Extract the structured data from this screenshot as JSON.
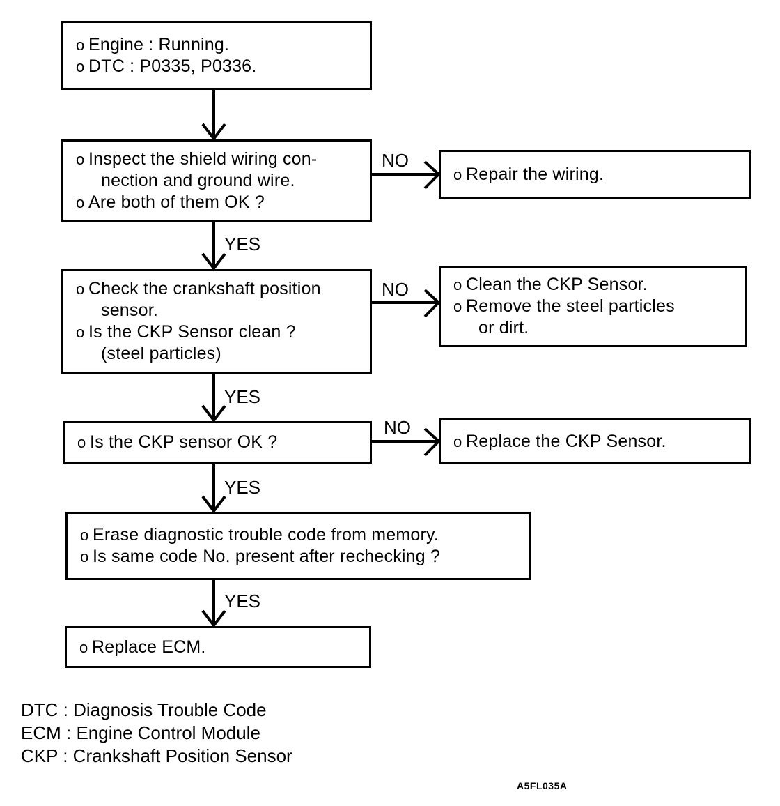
{
  "diagram": {
    "figure_code": "A5FL035A",
    "bullet_glyph": "o",
    "nodes": [
      {
        "id": "start",
        "name": "box-conditions",
        "lines": [
          {
            "bullet": "o",
            "text": "Engine : Running."
          },
          {
            "bullet": "o",
            "text": "DTC : P0335, P0336."
          }
        ]
      },
      {
        "id": "inspect-shield",
        "name": "box-inspect-shield-wiring",
        "lines": [
          {
            "bullet": "o",
            "text": "Inspect the shield wiring con-"
          },
          {
            "bullet": "",
            "text": "nection and ground wire."
          },
          {
            "bullet": "o",
            "text": "Are both of them OK ?"
          }
        ]
      },
      {
        "id": "repair-wiring",
        "name": "box-repair-the-wiring",
        "lines": [
          {
            "bullet": "o",
            "text": "Repair the wiring."
          }
        ]
      },
      {
        "id": "check-ckp",
        "name": "box-check-crankshaft-position-sensor",
        "lines": [
          {
            "bullet": "o",
            "text": "Check the crankshaft position"
          },
          {
            "bullet": "",
            "text": "sensor."
          },
          {
            "bullet": "o",
            "text": "Is the CKP Sensor clean ?"
          },
          {
            "bullet": "",
            "text": "(steel particles)"
          }
        ]
      },
      {
        "id": "clean-ckp",
        "name": "box-clean-ckp-sensor",
        "lines": [
          {
            "bullet": "o",
            "text": "Clean the CKP Sensor."
          },
          {
            "bullet": "o",
            "text": "Remove the steel particles"
          },
          {
            "bullet": "",
            "text": "or dirt."
          }
        ]
      },
      {
        "id": "ckp-ok",
        "name": "box-is-ckp-sensor-ok",
        "lines": [
          {
            "bullet": "o",
            "text": "Is the CKP sensor OK ?"
          }
        ]
      },
      {
        "id": "replace-ckp",
        "name": "box-replace-ckp-sensor",
        "lines": [
          {
            "bullet": "o",
            "text": "Replace the CKP Sensor."
          }
        ]
      },
      {
        "id": "erase-dtc",
        "name": "box-erase-diagnostic-trouble-code",
        "lines": [
          {
            "bullet": "o",
            "text": "Erase diagnostic trouble code from memory."
          },
          {
            "bullet": "o",
            "text": "Is same code No. present after rechecking ?"
          }
        ]
      },
      {
        "id": "replace-ecm",
        "name": "box-replace-ecm",
        "lines": [
          {
            "bullet": "o",
            "text": "Replace ECM."
          }
        ]
      }
    ],
    "edge_labels": {
      "no_1": "NO",
      "yes_1": "YES",
      "no_2": "NO",
      "yes_2": "YES",
      "no_3": "NO",
      "yes_3": "YES",
      "yes_4": "YES"
    },
    "legend": [
      "DTC : Diagnosis Trouble Code",
      "ECM : Engine Control Module",
      "CKP : Crankshaft Position Sensor"
    ]
  }
}
